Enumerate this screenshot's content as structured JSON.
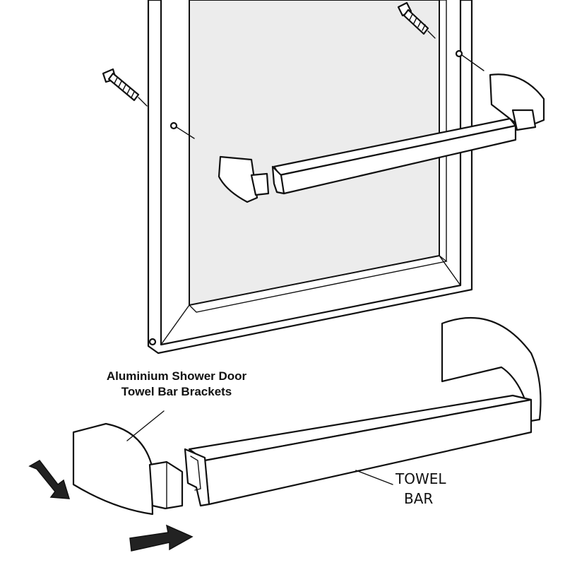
{
  "callout": {
    "line1": "Aluminium Shower Door",
    "line2": "Towel Bar Brackets"
  },
  "part": {
    "line1": "TOWEL",
    "line2": "BAR"
  },
  "colors": {
    "line": "#111111",
    "glass": "#ececec",
    "arrow": "#222222"
  }
}
